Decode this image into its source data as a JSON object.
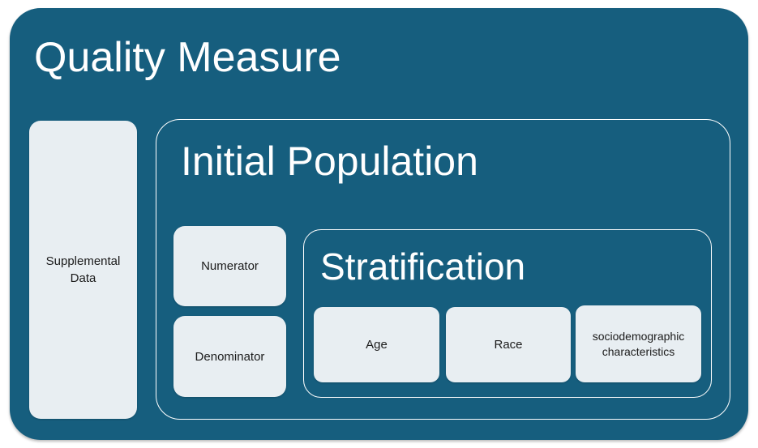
{
  "colors": {
    "page_bg": "#ffffff",
    "container_fill": "#165E7E",
    "box_fill": "#E8EEF2",
    "outline": "#ffffff",
    "heading_text": "#ffffff",
    "label_text": "#1b1b1b"
  },
  "diagram": {
    "container_title": "Quality Measure",
    "supplemental_label": "Supplemental Data",
    "initial_population": {
      "title": "Initial Population",
      "numerator_label": "Numerator",
      "denominator_label": "Denominator",
      "stratification": {
        "title": "Stratification",
        "items": [
          "Age",
          "Race",
          "sociodemographic characteristics"
        ]
      }
    }
  }
}
